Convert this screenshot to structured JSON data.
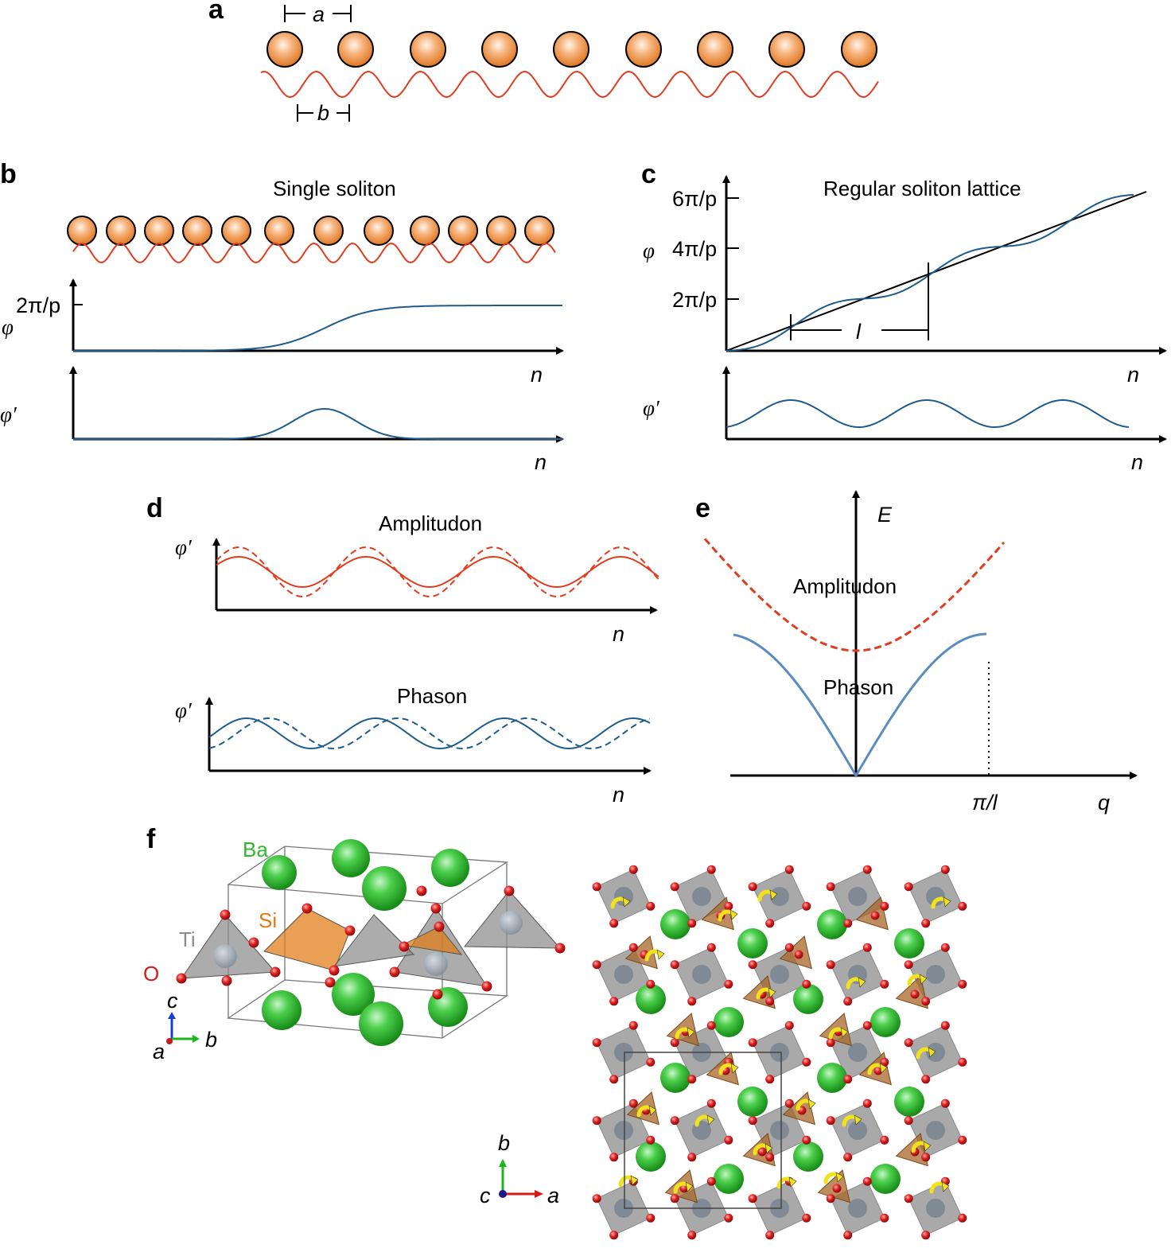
{
  "colors": {
    "ball": "#e8893a",
    "ball_highlight": "#fde6d0",
    "potential": "#e03c1f",
    "phase_curve": "#1f5c8c",
    "amplitudon": "#e03c1f",
    "phason": "#5b8cc0",
    "ba": "#2dbb2d",
    "o": "#d61a1a",
    "ti": "#8c8c8c",
    "si": "#e07a12",
    "arrow_yellow": "#f2e21a"
  },
  "panel_a": {
    "letter": "a",
    "spacing_a": "a",
    "spacing_b": "b"
  },
  "panel_b": {
    "letter": "b",
    "title": "Single soliton",
    "phi": "φ",
    "phi_prime": "φ′",
    "tick_2pi": "2π/p",
    "n_top": "n",
    "n_bottom": "n"
  },
  "panel_c": {
    "letter": "c",
    "title": "Regular soliton lattice",
    "phi": "φ",
    "phi_prime": "φ′",
    "tick_6pi": "6π/p",
    "tick_4pi": "4π/p",
    "tick_2pi": "2π/p",
    "l_label": "l",
    "n_top": "n",
    "n_bottom": "n"
  },
  "panel_d": {
    "letter": "d",
    "amp_title": "Amplitudon",
    "phason_title": "Phason",
    "phi_prime_top": "φ′",
    "phi_prime_bottom": "φ′",
    "n_top": "n",
    "n_bottom": "n"
  },
  "panel_e": {
    "letter": "e",
    "e_label": "E",
    "amp_label": "Amplitudon",
    "phason_label": "Phason",
    "pi_l": "π/l",
    "q_label": "q"
  },
  "panel_f": {
    "letter": "f",
    "ba": "Ba",
    "si": "Si",
    "ti": "Ti",
    "o": "O",
    "axes_left": {
      "c": "c",
      "a": "a",
      "b": "b"
    },
    "axes_right": {
      "b": "b",
      "c": "c",
      "a": "a"
    }
  }
}
